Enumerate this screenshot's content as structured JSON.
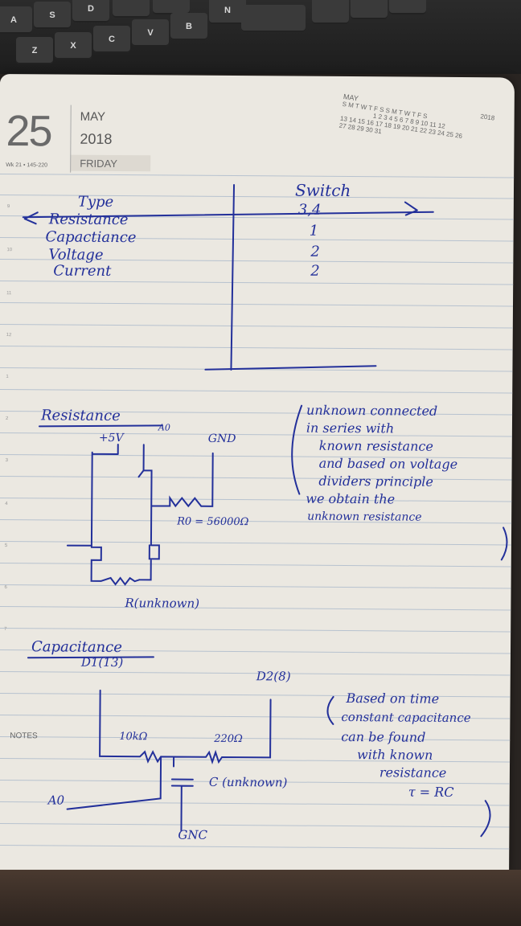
{
  "keyboard": {
    "keys_row1": [
      "A",
      "S",
      "D",
      "",
      "",
      "",
      "",
      "",
      "",
      "",
      "",
      ""
    ],
    "keys_row2": [
      "Z",
      "X",
      "C",
      "V",
      "B",
      "N"
    ]
  },
  "planner": {
    "big_date": "25",
    "month": "MAY",
    "year": "2018",
    "weekday": "FRIDAY",
    "week_info": "Wk 21 • 145-220",
    "mini_calendar": {
      "month": "MAY",
      "year": "2018",
      "header": "S M T W T F S S M T W T F S",
      "rows": [
        "1 2 3 4 5 6 7 8 9 10 11 12",
        "13 14 15 16 17 18 19 20 21 22 23 24 25 26",
        "27 28 29 30 31"
      ]
    },
    "hours": [
      "9",
      "10",
      "11",
      "12",
      "1",
      "2",
      "3",
      "4",
      "5",
      "6",
      "7"
    ],
    "notes_label": "NOTES"
  },
  "handwriting": {
    "table_left": [
      "Type",
      "Resistance",
      "Capactiance",
      "Voltage",
      "Current"
    ],
    "table_right": [
      "Switch",
      "3,4",
      "1",
      "2",
      "2"
    ],
    "resistance": {
      "title": "Resistance",
      "plus5v": "+5V",
      "a0": "A0",
      "gnd": "GND",
      "r0": "R0 = 56000Ω",
      "r_unknown": "R(unknown)",
      "note": [
        "unknown connected",
        "in series with",
        "known resistance",
        "and based on voltage",
        "dividers principle",
        "we obtain the",
        "unknown resistance"
      ]
    },
    "capacitance": {
      "title": "Capacitance",
      "d1": "D1(13)",
      "d2": "D2(8)",
      "r1": "10kΩ",
      "r2": "220Ω",
      "c": "C (unknown)",
      "a0": "A0",
      "gnd": "GNC",
      "note": [
        "Based on time",
        "constant capacitance",
        "can be found",
        "with known",
        "resistance",
        "τ = RC"
      ]
    }
  }
}
